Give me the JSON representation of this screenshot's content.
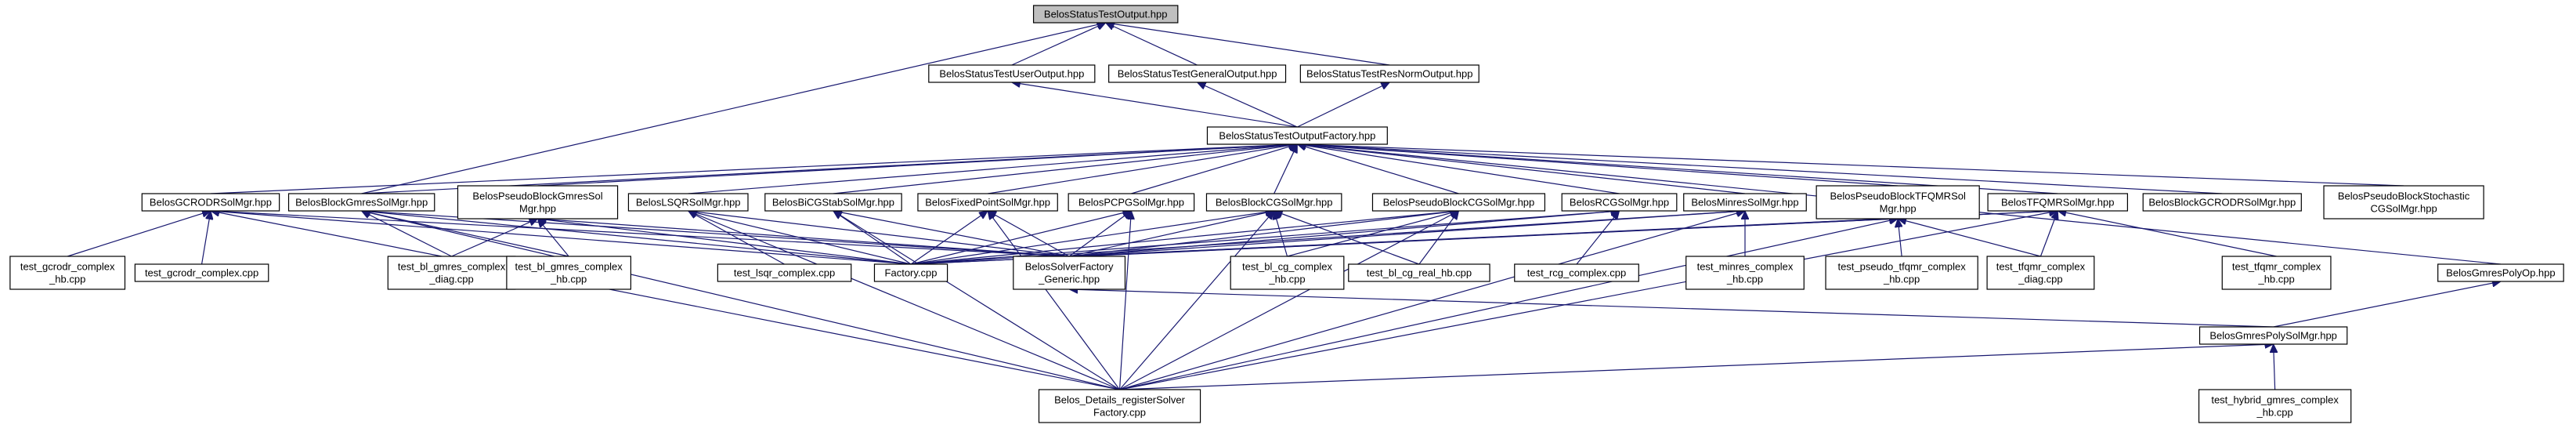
{
  "nodes": [
    {
      "id": "root",
      "label": [
        "BelosStatusTestOutput.hpp"
      ]
    },
    {
      "id": "useroutput",
      "label": [
        "BelosStatusTestUserOutput.hpp"
      ]
    },
    {
      "id": "generaloutput",
      "label": [
        "BelosStatusTestGeneralOutput.hpp"
      ]
    },
    {
      "id": "resnormoutput",
      "label": [
        "BelosStatusTestResNormOutput.hpp"
      ]
    },
    {
      "id": "factory_hpp",
      "label": [
        "BelosStatusTestOutputFactory.hpp"
      ]
    },
    {
      "id": "gcrodr",
      "label": [
        "BelosGCRODRSolMgr.hpp"
      ]
    },
    {
      "id": "blockgmres",
      "label": [
        "BelosBlockGmresSolMgr.hpp"
      ]
    },
    {
      "id": "pseudoblockgmres",
      "label": [
        "BelosPseudoBlockGmresSol",
        "Mgr.hpp"
      ]
    },
    {
      "id": "lsqr",
      "label": [
        "BelosLSQRSolMgr.hpp"
      ]
    },
    {
      "id": "bicgstab",
      "label": [
        "BelosBiCGStabSolMgr.hpp"
      ]
    },
    {
      "id": "fixedpoint",
      "label": [
        "BelosFixedPointSolMgr.hpp"
      ]
    },
    {
      "id": "pcpg",
      "label": [
        "BelosPCPGSolMgr.hpp"
      ]
    },
    {
      "id": "blockcg",
      "label": [
        "BelosBlockCGSolMgr.hpp"
      ]
    },
    {
      "id": "pseudoblockcg",
      "label": [
        "BelosPseudoBlockCGSolMgr.hpp"
      ]
    },
    {
      "id": "rcg",
      "label": [
        "BelosRCGSolMgr.hpp"
      ]
    },
    {
      "id": "minres",
      "label": [
        "BelosMinresSolMgr.hpp"
      ]
    },
    {
      "id": "pseudoblocktfqmr",
      "label": [
        "BelosPseudoBlockTFQMRSol",
        "Mgr.hpp"
      ]
    },
    {
      "id": "tfqmr",
      "label": [
        "BelosTFQMRSolMgr.hpp"
      ]
    },
    {
      "id": "blockgcrodr",
      "label": [
        "BelosBlockGCRODRSolMgr.hpp"
      ]
    },
    {
      "id": "pseudoblockstochastic",
      "label": [
        "BelosPseudoBlockStochastic",
        "CGSolMgr.hpp"
      ]
    },
    {
      "id": "gmrespolyop",
      "label": [
        "BelosGmresPolyOp.hpp"
      ]
    },
    {
      "id": "test_gcrodr_complex_hb",
      "label": [
        "test_gcrodr_complex",
        "_hb.cpp"
      ]
    },
    {
      "id": "test_gcrodr_complex",
      "label": [
        "test_gcrodr_complex.cpp"
      ]
    },
    {
      "id": "test_bl_gmres_complex_diag",
      "label": [
        "test_bl_gmres_complex",
        "_diag.cpp"
      ]
    },
    {
      "id": "test_bl_gmres_complex_hb",
      "label": [
        "test_bl_gmres_complex",
        "_hb.cpp"
      ]
    },
    {
      "id": "test_lsqr_complex",
      "label": [
        "test_lsqr_complex.cpp"
      ]
    },
    {
      "id": "factory_cpp",
      "label": [
        "Factory.cpp"
      ]
    },
    {
      "id": "solverfactory_generic",
      "label": [
        "BelosSolverFactory",
        "_Generic.hpp"
      ]
    },
    {
      "id": "test_bl_cg_complex_hb",
      "label": [
        "test_bl_cg_complex",
        "_hb.cpp"
      ]
    },
    {
      "id": "test_bl_cg_real_hb",
      "label": [
        "test_bl_cg_real_hb.cpp"
      ]
    },
    {
      "id": "test_rcg_complex",
      "label": [
        "test_rcg_complex.cpp"
      ]
    },
    {
      "id": "test_minres_complex_hb",
      "label": [
        "test_minres_complex",
        "_hb.cpp"
      ]
    },
    {
      "id": "test_pseudo_tfqmr_complex_hb",
      "label": [
        "test_pseudo_tfqmr_complex",
        "_hb.cpp"
      ]
    },
    {
      "id": "test_tfqmr_complex_diag",
      "label": [
        "test_tfqmr_complex",
        "_diag.cpp"
      ]
    },
    {
      "id": "test_tfqmr_complex_hb",
      "label": [
        "test_tfqmr_complex",
        "_hb.cpp"
      ]
    },
    {
      "id": "gmrespolysolmgr",
      "label": [
        "BelosGmresPolySolMgr.hpp"
      ]
    },
    {
      "id": "register_solver_factory",
      "label": [
        "Belos_Details_registerSolver",
        "Factory.cpp"
      ]
    },
    {
      "id": "test_hybrid_gmres_complex_hb",
      "label": [
        "test_hybrid_gmres_complex",
        "_hb.cpp"
      ]
    }
  ],
  "edges": [
    [
      "useroutput",
      "root"
    ],
    [
      "generaloutput",
      "root"
    ],
    [
      "resnormoutput",
      "root"
    ],
    [
      "blockgmres",
      "root"
    ],
    [
      "factory_hpp",
      "useroutput"
    ],
    [
      "factory_hpp",
      "generaloutput"
    ],
    [
      "factory_hpp",
      "resnormoutput"
    ],
    [
      "gcrodr",
      "factory_hpp"
    ],
    [
      "blockgmres",
      "factory_hpp"
    ],
    [
      "pseudoblockgmres",
      "factory_hpp"
    ],
    [
      "lsqr",
      "factory_hpp"
    ],
    [
      "bicgstab",
      "factory_hpp"
    ],
    [
      "fixedpoint",
      "factory_hpp"
    ],
    [
      "pcpg",
      "factory_hpp"
    ],
    [
      "blockcg",
      "factory_hpp"
    ],
    [
      "pseudoblockcg",
      "factory_hpp"
    ],
    [
      "rcg",
      "factory_hpp"
    ],
    [
      "minres",
      "factory_hpp"
    ],
    [
      "pseudoblocktfqmr",
      "factory_hpp"
    ],
    [
      "tfqmr",
      "factory_hpp"
    ],
    [
      "blockgcrodr",
      "factory_hpp"
    ],
    [
      "pseudoblockstochastic",
      "factory_hpp"
    ],
    [
      "gmrespolyop",
      "factory_hpp"
    ],
    [
      "test_gcrodr_complex_hb",
      "gcrodr"
    ],
    [
      "test_gcrodr_complex",
      "gcrodr"
    ],
    [
      "factory_cpp",
      "gcrodr"
    ],
    [
      "solverfactory_generic",
      "gcrodr"
    ],
    [
      "register_solver_factory",
      "gcrodr"
    ],
    [
      "test_bl_gmres_complex_diag",
      "blockgmres"
    ],
    [
      "test_bl_gmres_complex_hb",
      "blockgmres"
    ],
    [
      "factory_cpp",
      "blockgmres"
    ],
    [
      "solverfactory_generic",
      "blockgmres"
    ],
    [
      "register_solver_factory",
      "blockgmres"
    ],
    [
      "test_bl_gmres_complex_diag",
      "pseudoblockgmres"
    ],
    [
      "test_bl_gmres_complex_hb",
      "pseudoblockgmres"
    ],
    [
      "factory_cpp",
      "pseudoblockgmres"
    ],
    [
      "solverfactory_generic",
      "pseudoblockgmres"
    ],
    [
      "test_lsqr_complex",
      "lsqr"
    ],
    [
      "factory_cpp",
      "lsqr"
    ],
    [
      "solverfactory_generic",
      "lsqr"
    ],
    [
      "register_solver_factory",
      "lsqr"
    ],
    [
      "factory_cpp",
      "bicgstab"
    ],
    [
      "solverfactory_generic",
      "bicgstab"
    ],
    [
      "register_solver_factory",
      "bicgstab"
    ],
    [
      "factory_cpp",
      "fixedpoint"
    ],
    [
      "solverfactory_generic",
      "fixedpoint"
    ],
    [
      "register_solver_factory",
      "fixedpoint"
    ],
    [
      "factory_cpp",
      "pcpg"
    ],
    [
      "solverfactory_generic",
      "pcpg"
    ],
    [
      "register_solver_factory",
      "pcpg"
    ],
    [
      "test_bl_cg_complex_hb",
      "blockcg"
    ],
    [
      "test_bl_cg_real_hb",
      "blockcg"
    ],
    [
      "factory_cpp",
      "blockcg"
    ],
    [
      "solverfactory_generic",
      "blockcg"
    ],
    [
      "register_solver_factory",
      "blockcg"
    ],
    [
      "test_bl_cg_complex_hb",
      "pseudoblockcg"
    ],
    [
      "test_bl_cg_real_hb",
      "pseudoblockcg"
    ],
    [
      "factory_cpp",
      "pseudoblockcg"
    ],
    [
      "solverfactory_generic",
      "pseudoblockcg"
    ],
    [
      "register_solver_factory",
      "pseudoblockcg"
    ],
    [
      "test_rcg_complex",
      "rcg"
    ],
    [
      "factory_cpp",
      "rcg"
    ],
    [
      "solverfactory_generic",
      "rcg"
    ],
    [
      "test_minres_complex_hb",
      "minres"
    ],
    [
      "factory_cpp",
      "minres"
    ],
    [
      "solverfactory_generic",
      "minres"
    ],
    [
      "register_solver_factory",
      "minres"
    ],
    [
      "test_pseudo_tfqmr_complex_hb",
      "pseudoblocktfqmr"
    ],
    [
      "test_tfqmr_complex_diag",
      "pseudoblocktfqmr"
    ],
    [
      "factory_cpp",
      "pseudoblocktfqmr"
    ],
    [
      "solverfactory_generic",
      "pseudoblocktfqmr"
    ],
    [
      "register_solver_factory",
      "pseudoblocktfqmr"
    ],
    [
      "test_tfqmr_complex_diag",
      "tfqmr"
    ],
    [
      "test_tfqmr_complex_hb",
      "tfqmr"
    ],
    [
      "factory_cpp",
      "tfqmr"
    ],
    [
      "solverfactory_generic",
      "tfqmr"
    ],
    [
      "register_solver_factory",
      "tfqmr"
    ],
    [
      "gmrespolysolmgr",
      "gmrespolyop"
    ],
    [
      "gmrespolysolmgr",
      "solverfactory_generic"
    ],
    [
      "register_solver_factory",
      "gmrespolysolmgr"
    ],
    [
      "test_hybrid_gmres_complex_hb",
      "gmrespolysolmgr"
    ]
  ]
}
